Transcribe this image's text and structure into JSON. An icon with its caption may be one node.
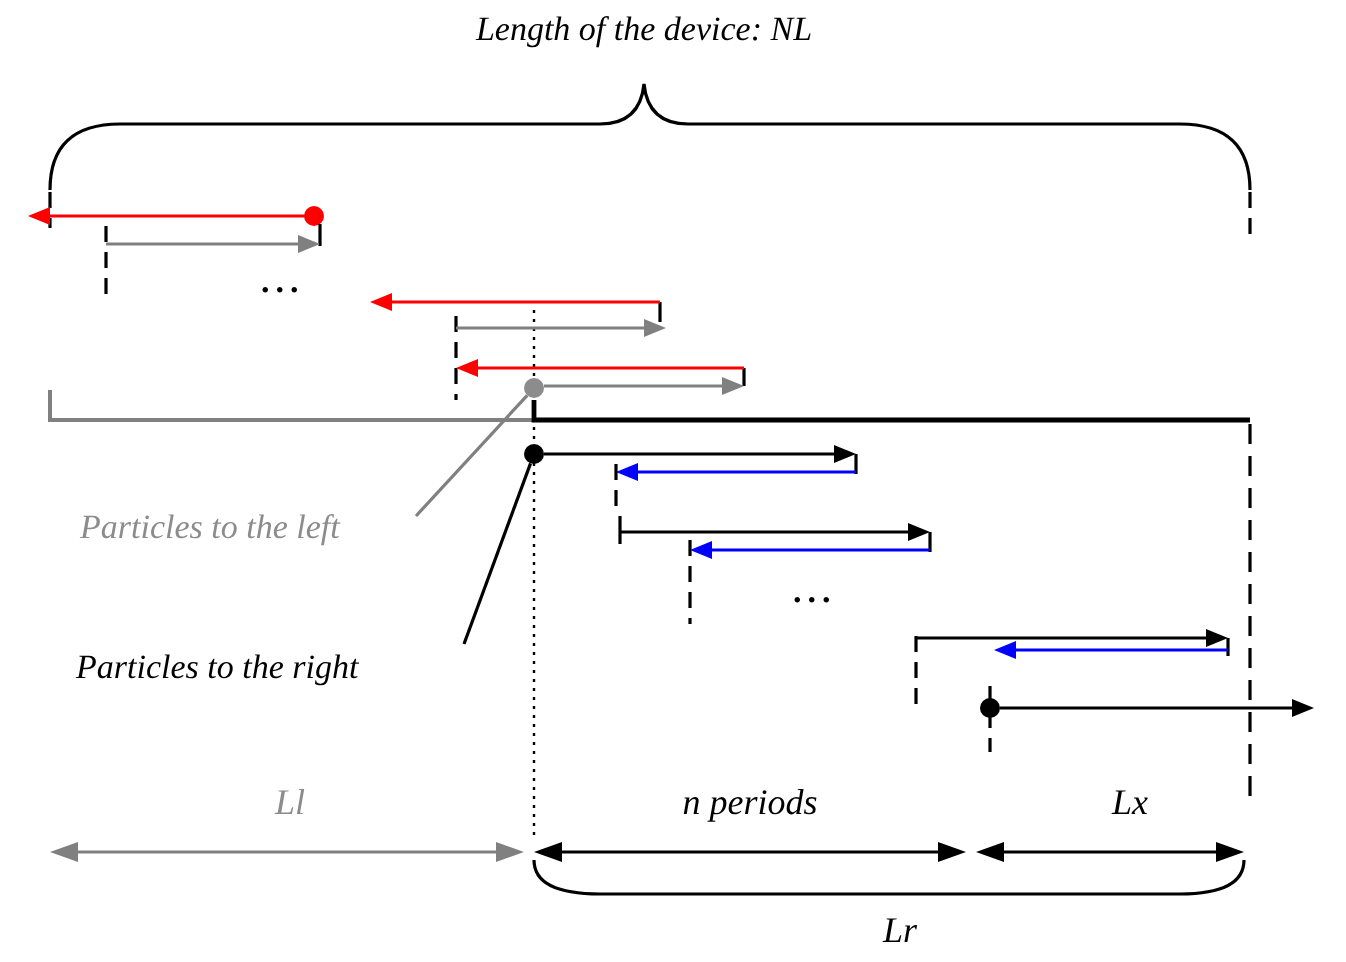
{
  "diagram": {
    "nodes": [
      {
        "text": [
          "Particles to the left"
        ]
      },
      {
        "text": [
          "Particles to the right"
        ]
      },
      {
        "text": [],
        "shape": "circle"
      },
      {
        "text": [],
        "shape": "circle"
      }
    ],
    "edges": [
      {
        "from": 0,
        "to": 2,
        "arrow": "none",
        "color": "#808080"
      },
      {
        "from": 1,
        "to": 3,
        "arrow": "none",
        "color": "#000000"
      }
    ],
    "labels": [
      "Length of the device: NL",
      "...",
      "...",
      "Ll",
      "n periods",
      "Lx",
      "Lr"
    ]
  }
}
